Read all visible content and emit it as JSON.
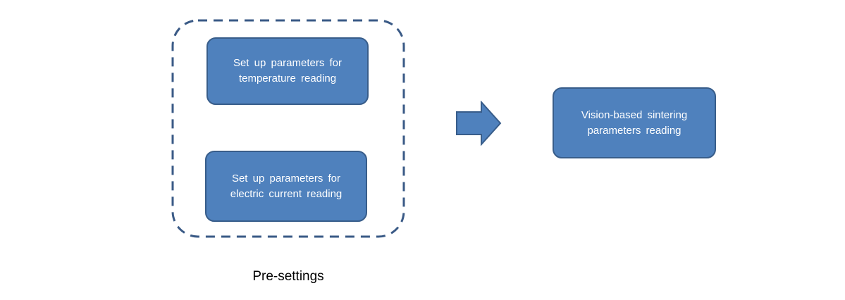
{
  "diagram": {
    "group": {
      "label": "Pre-settings",
      "nodes": [
        {
          "label": "Set up parameters for temperature reading"
        },
        {
          "label": "Set up parameters for electric current reading"
        }
      ]
    },
    "arrow": {
      "name": "right-block-arrow"
    },
    "result_node": {
      "label": "Vision-based sintering parameters reading"
    },
    "colors": {
      "node_fill": "#4f81bd",
      "node_border": "#385d8a",
      "dashed_border": "#3a5a86",
      "arrow_fill": "#4f81bd",
      "arrow_border": "#385d8a",
      "node_text": "#ffffff",
      "label_text": "#000000"
    }
  }
}
